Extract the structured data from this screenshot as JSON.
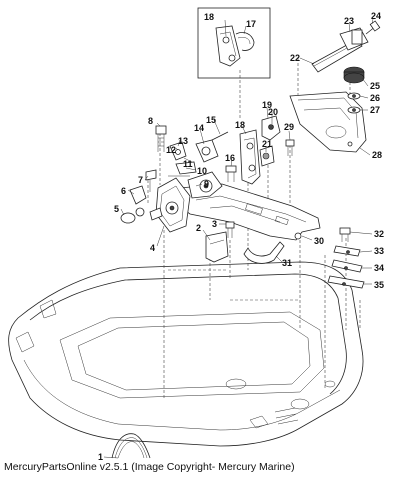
{
  "labels": [
    "1",
    "2",
    "3",
    "4",
    "5",
    "6",
    "7",
    "8",
    "9",
    "10",
    "11",
    "12",
    "13",
    "14",
    "15",
    "16",
    "17",
    "18",
    "18",
    "19",
    "20",
    "21",
    "22",
    "23",
    "24",
    "25",
    "26",
    "27",
    "28",
    "29",
    "30",
    "31",
    "32",
    "33",
    "34",
    "35"
  ],
  "caption": "MercuryPartsOnline v2.5.1 (Image Copyright- Mercury Marine)"
}
